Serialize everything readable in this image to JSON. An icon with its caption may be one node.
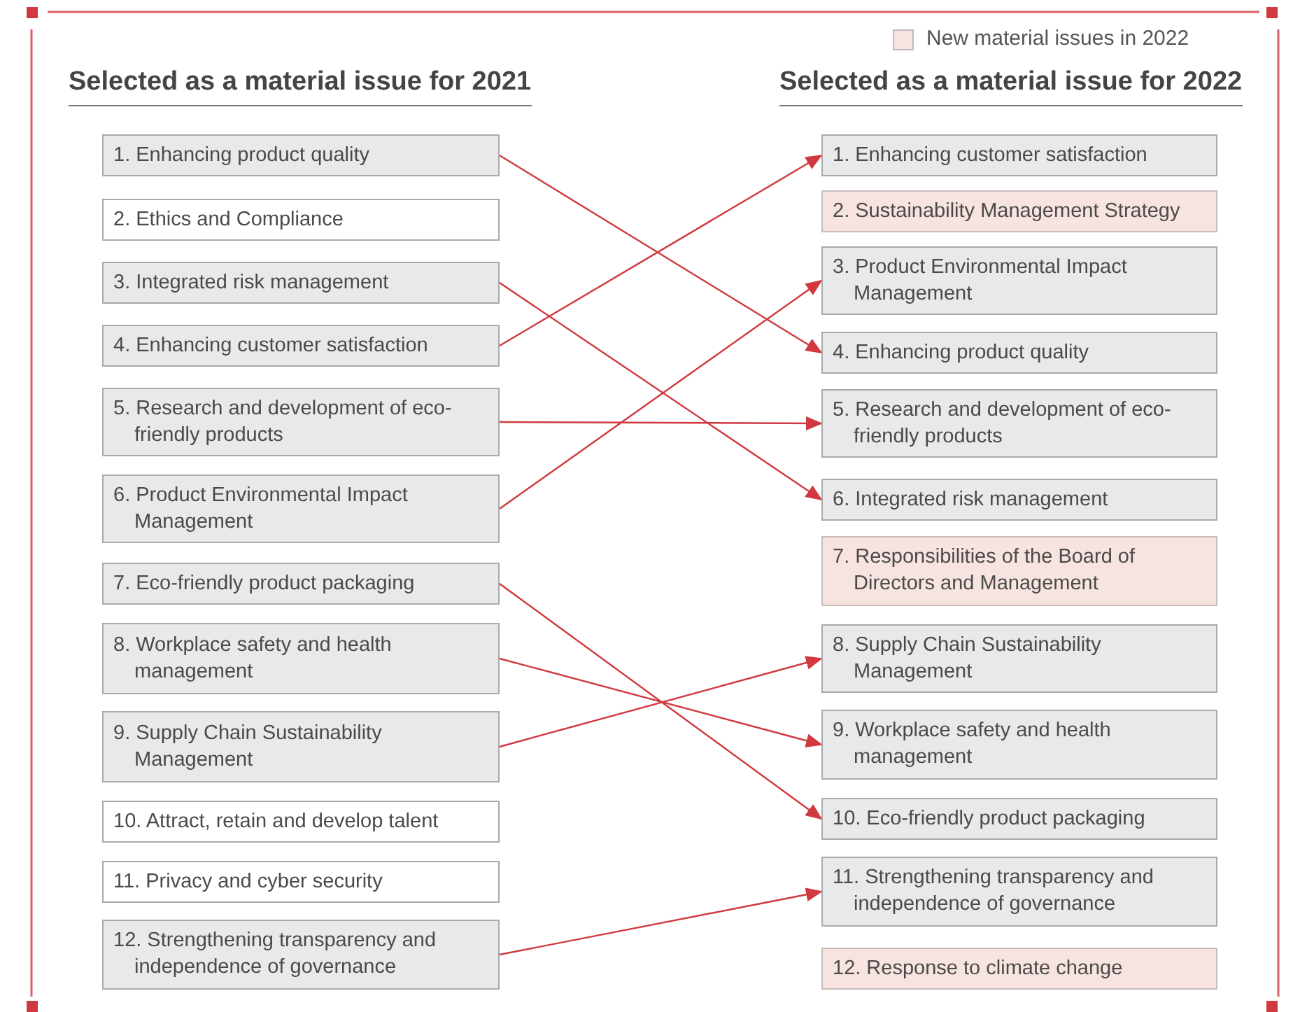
{
  "diagram": {
    "nodes": [
      {
        "text": [
          "1. Enhancing product quality"
        ]
      },
      {
        "text": [
          "2. Ethics and Compliance"
        ]
      },
      {
        "text": [
          "3. Integrated risk management"
        ]
      },
      {
        "text": [
          "4. Enhancing customer satisfaction"
        ]
      },
      {
        "text": [
          "5. Research and development of eco-friendly products"
        ]
      },
      {
        "text": [
          "6. Product Environmental Impact Management"
        ]
      },
      {
        "text": [
          "7. Eco-friendly product packaging"
        ]
      },
      {
        "text": [
          "8. Workplace safety and health management"
        ]
      },
      {
        "text": [
          "9. Supply Chain Sustainability Management"
        ]
      },
      {
        "text": [
          "10. Attract, retain and develop talent"
        ]
      },
      {
        "text": [
          "11. Privacy and cyber security"
        ]
      },
      {
        "text": [
          "12. Strengthening transparency and independence of governance"
        ]
      },
      {
        "text": [
          "1. Enhancing customer satisfaction"
        ]
      },
      {
        "text": [
          "2. Sustainability Management Strategy"
        ]
      },
      {
        "text": [
          "3. Product Environmental Impact Management"
        ]
      },
      {
        "text": [
          "4. Enhancing product quality"
        ]
      },
      {
        "text": [
          "5. Research and development of eco-friendly products"
        ]
      },
      {
        "text": [
          "6. Integrated risk management"
        ]
      },
      {
        "text": [
          "7. Responsibilities of the Board of Directors and Management"
        ]
      },
      {
        "text": [
          "8. Supply Chain Sustainability Management"
        ]
      },
      {
        "text": [
          "9. Workplace safety and health management"
        ]
      },
      {
        "text": [
          "10. Eco-friendly product packaging"
        ]
      },
      {
        "text": [
          "11. Strengthening transparency and independence of governance"
        ]
      },
      {
        "text": [
          "12. Response to climate change"
        ]
      }
    ],
    "edges": [
      {
        "from": 0,
        "to": 15,
        "arrow": "to"
      },
      {
        "from": 2,
        "to": 17,
        "arrow": "to"
      },
      {
        "from": 3,
        "to": 12,
        "arrow": "to"
      },
      {
        "from": 4,
        "to": 16,
        "arrow": "to"
      },
      {
        "from": 5,
        "to": 14,
        "arrow": "to"
      },
      {
        "from": 6,
        "to": 21,
        "arrow": "to"
      },
      {
        "from": 7,
        "to": 20,
        "arrow": "to"
      },
      {
        "from": 8,
        "to": 19,
        "arrow": "to"
      },
      {
        "from": 11,
        "to": 22,
        "arrow": "to"
      }
    ],
    "labels": [
      "Selected as a material issue for 2021",
      "Selected as a material issue for 2022"
    ],
    "legend": [
      {
        "text": "New material issues in 2022",
        "color": "#f7e3df"
      }
    ]
  }
}
